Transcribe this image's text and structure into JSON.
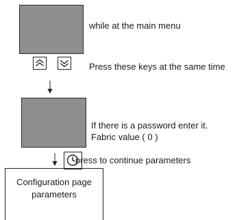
{
  "steps": {
    "main_menu_text": "while at  the main menu",
    "press_keys_text": "Press these keys at the same time",
    "password_line1": "If there is a password enter it.",
    "password_line2": "Fabric value ( 0 )",
    "continue_text": "press to continue parameters"
  },
  "config_box": {
    "line1": "Configuration page",
    "line2": "parameters"
  },
  "icons": {
    "keys": [
      "double-chevron-up-icon",
      "double-chevron-down-icon",
      "clock-icon"
    ],
    "arrows": [
      "arrow-down-icon",
      "arrow-down-icon"
    ]
  },
  "colors": {
    "screen_fill": "#8f8f8f",
    "line": "#222222",
    "text": "#1a1a1a"
  }
}
